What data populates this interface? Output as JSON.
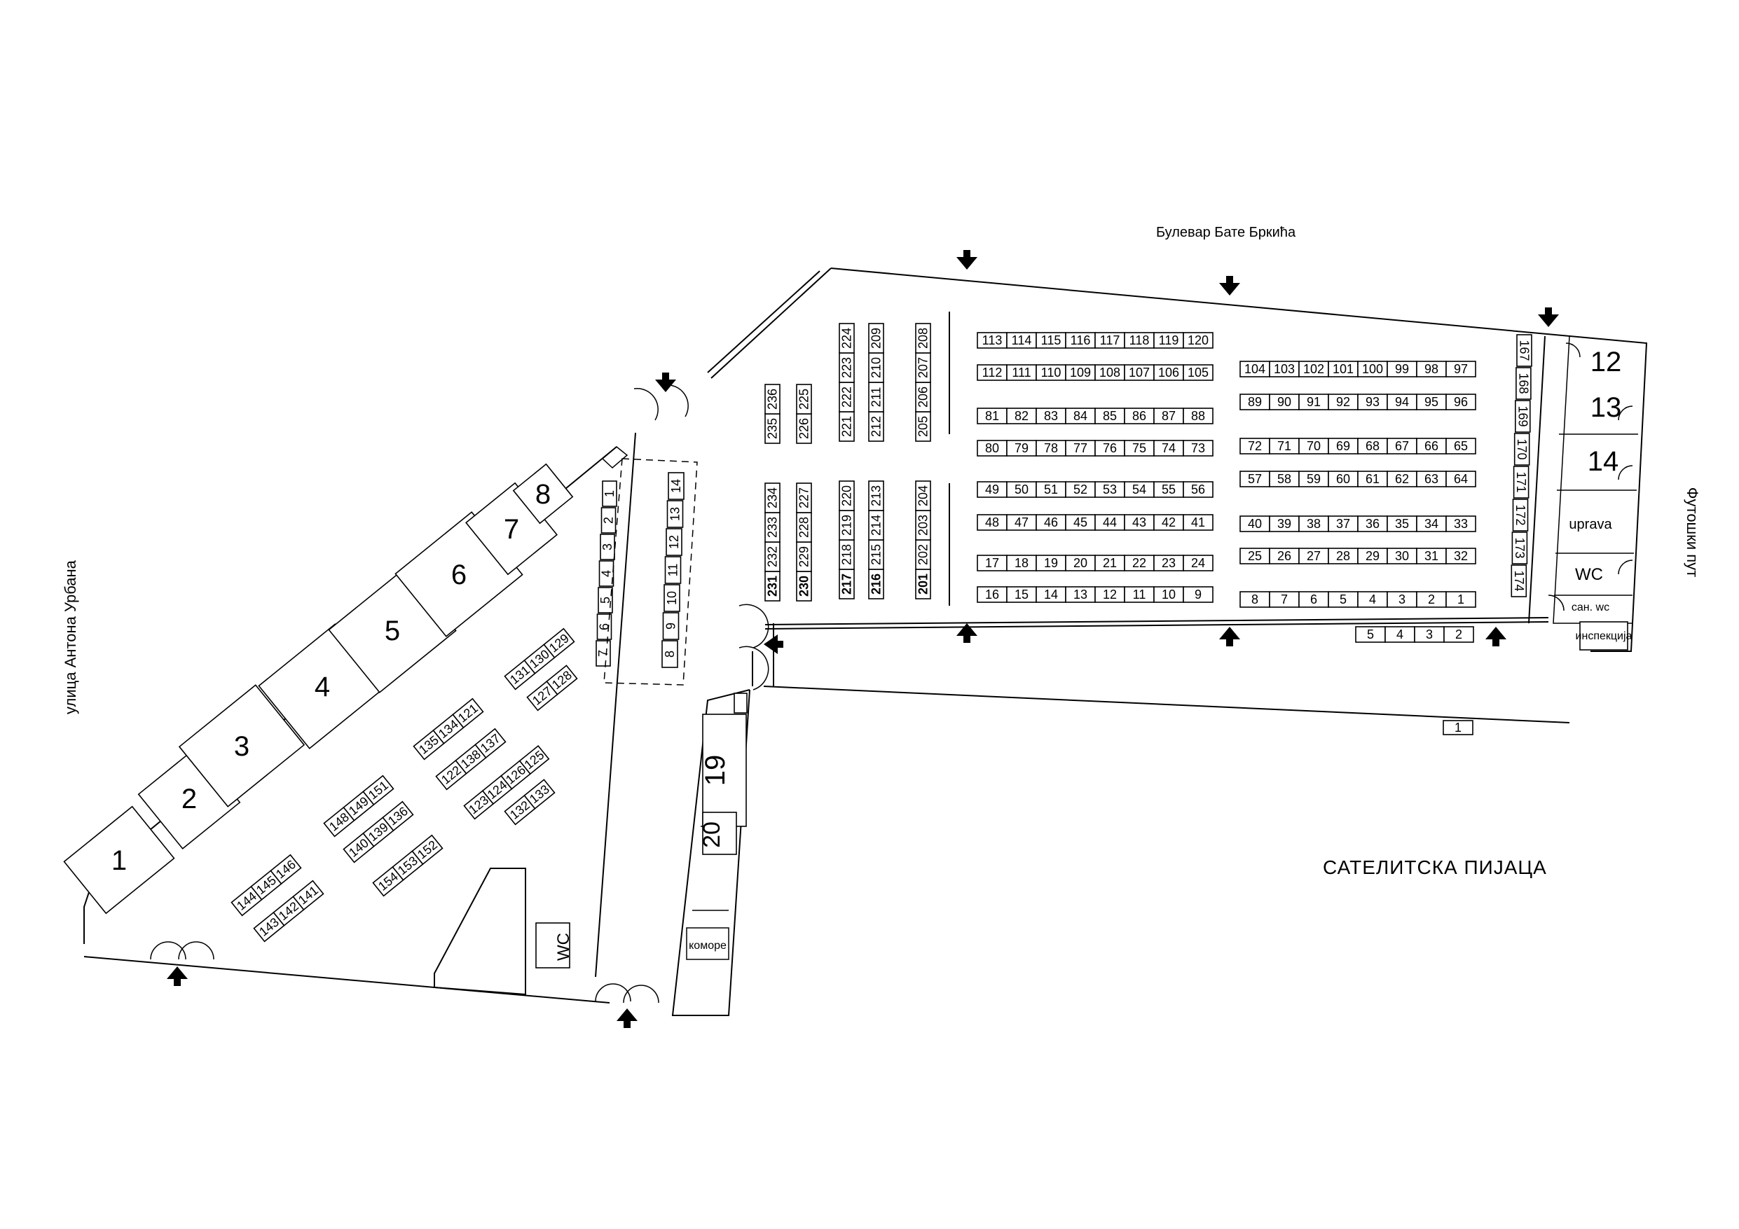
{
  "labels": {
    "boulevard": "Булевар Бате Бркића",
    "street_left": "улица Антона Урбана",
    "street_right": "Футошки пут",
    "market_name": "САТЕЛИТСКА  ПИЈАЦА"
  },
  "buildings": {
    "uprava": "uprava",
    "wc": "WC",
    "san_wc": "сан. wc",
    "inspekcija": "инспекција",
    "komore": "коморе",
    "south_wc": "WC"
  },
  "rows_top": {
    "r113": [
      "113",
      "114",
      "115",
      "116",
      "117",
      "118",
      "119",
      "120"
    ],
    "r112": [
      "112",
      "111",
      "110",
      "109",
      "108",
      "107",
      "106",
      "105"
    ],
    "r104": [
      "104",
      "103",
      "102",
      "101",
      "100",
      "99",
      "98",
      "97"
    ],
    "r89": [
      "89",
      "90",
      "91",
      "92",
      "93",
      "94",
      "95",
      "96"
    ],
    "r81": [
      "81",
      "82",
      "83",
      "84",
      "85",
      "86",
      "87",
      "88"
    ],
    "r80": [
      "80",
      "79",
      "78",
      "77",
      "76",
      "75",
      "74",
      "73"
    ],
    "r72": [
      "72",
      "71",
      "70",
      "69",
      "68",
      "67",
      "66",
      "65"
    ],
    "r57": [
      "57",
      "58",
      "59",
      "60",
      "61",
      "62",
      "63",
      "64"
    ],
    "r49": [
      "49",
      "50",
      "51",
      "52",
      "53",
      "54",
      "55",
      "56"
    ],
    "r48": [
      "48",
      "47",
      "46",
      "45",
      "44",
      "43",
      "42",
      "41"
    ],
    "r40": [
      "40",
      "39",
      "38",
      "37",
      "36",
      "35",
      "34",
      "33"
    ],
    "r17": [
      "17",
      "18",
      "19",
      "20",
      "21",
      "22",
      "23",
      "24"
    ],
    "r25": [
      "25",
      "26",
      "27",
      "28",
      "29",
      "30",
      "31",
      "32"
    ],
    "r16": [
      "16",
      "15",
      "14",
      "13",
      "12",
      "11",
      "10",
      "9"
    ],
    "r8": [
      "8",
      "7",
      "6",
      "5",
      "4",
      "3",
      "2",
      "1"
    ],
    "r_bottom": [
      "5",
      "4",
      "3",
      "2"
    ],
    "r_single": [
      "1"
    ]
  },
  "cols_top": {
    "c224": [
      "221",
      "222",
      "223",
      "224"
    ],
    "c209": [
      "212",
      "211",
      "210",
      "209"
    ],
    "c208": [
      "205",
      "206",
      "207",
      "208"
    ],
    "c236": [
      "235",
      "236"
    ],
    "c225": [
      "226",
      "225"
    ],
    "c234": [
      "231",
      "232",
      "233",
      "234"
    ],
    "c227": [
      "230",
      "229",
      "228",
      "227"
    ],
    "c220": [
      "217",
      "218",
      "219",
      "220"
    ],
    "c213": [
      "216",
      "215",
      "214",
      "213"
    ],
    "c204": [
      "201",
      "202",
      "203",
      "204"
    ],
    "c167": [
      "167",
      "168",
      "169",
      "170",
      "171",
      "172",
      "173",
      "174"
    ]
  },
  "right_building_numbers": [
    "12",
    "13",
    "14"
  ],
  "shops": [
    "1",
    "2",
    "3",
    "4",
    "5",
    "6",
    "7",
    "8"
  ],
  "kiosks_19_20": [
    "19",
    "20"
  ],
  "kiosk_left": [
    "7",
    "6",
    "5",
    "4",
    "3",
    "2",
    "1"
  ],
  "kiosk_right": [
    "8",
    "9",
    "10",
    "11",
    "12",
    "13",
    "14"
  ],
  "tri_groups": {
    "g129": [
      "131",
      "130",
      "129"
    ],
    "g128": [
      "127",
      "128"
    ],
    "g121": [
      "135",
      "134",
      "121"
    ],
    "g137": [
      "122",
      "138",
      "137"
    ],
    "g125": [
      "123",
      "124",
      "126",
      "125"
    ],
    "g133": [
      "132",
      "133"
    ],
    "g151": [
      "148",
      "149",
      "151"
    ],
    "g136": [
      "140",
      "139",
      "136"
    ],
    "g152": [
      "154",
      "153",
      "152"
    ],
    "g146": [
      "144",
      "145",
      "146"
    ],
    "g141": [
      "143",
      "142",
      "141"
    ]
  },
  "bold_stalls": [
    "231",
    "230",
    "217",
    "216",
    "201"
  ]
}
